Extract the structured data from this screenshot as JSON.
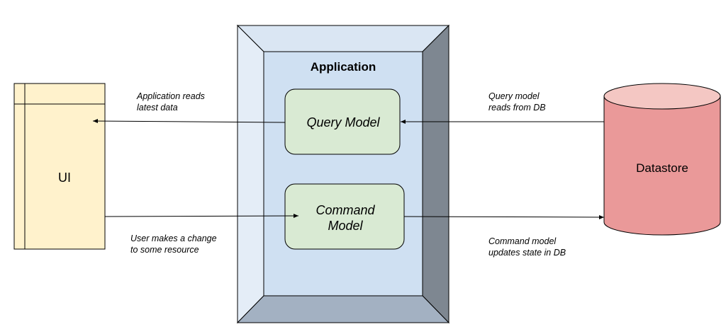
{
  "diagram": {
    "ui": {
      "label": "UI",
      "fill": "#fff2cc"
    },
    "application": {
      "label": "Application",
      "fill": "#cfe0f2"
    },
    "query_model": {
      "label": "Query Model",
      "fill": "#d9ead3"
    },
    "command_model": {
      "label_line1": "Command",
      "label_line2": "Model",
      "fill": "#d9ead3"
    },
    "datastore": {
      "label": "Datastore",
      "fill": "#ea9999",
      "top_fill": "#f4c7c3"
    },
    "edges": {
      "app_reads": {
        "line1": "Application reads",
        "line2": "latest data"
      },
      "user_change": {
        "line1": "User makes a change",
        "line2": "to some resource"
      },
      "query_reads": {
        "line1": "Query model",
        "line2": "reads from DB"
      },
      "command_updates": {
        "line1": "Command model",
        "line2": "updates state in DB"
      }
    }
  }
}
